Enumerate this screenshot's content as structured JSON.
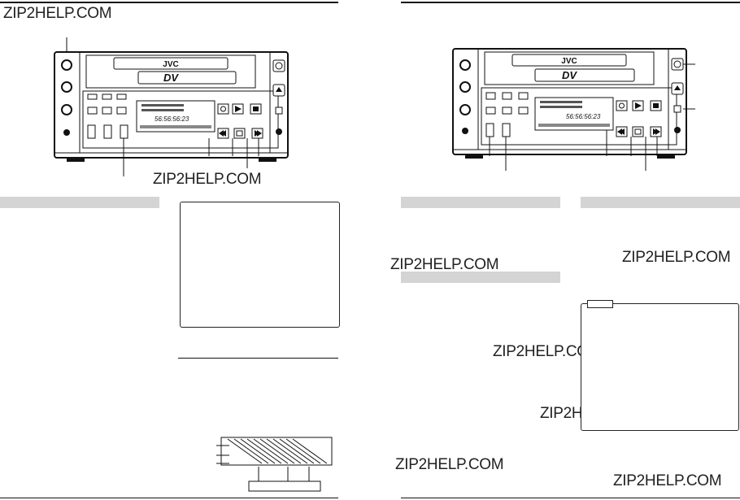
{
  "watermark": "ZIP2HELP.COM",
  "device": {
    "brand": "JVC",
    "format_logo": "DV",
    "counter_left": "56:56:56:23",
    "counter_right": "56:56:56:23"
  },
  "icons": [
    "power-icon",
    "eject-icon",
    "rewind-icon",
    "play-icon",
    "stop-icon",
    "fast-forward-icon",
    "pause-icon"
  ]
}
